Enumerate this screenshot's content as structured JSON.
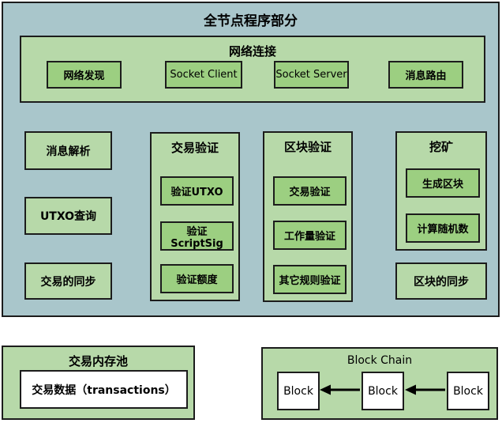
{
  "colors": {
    "outer_background": "#a9c6cb",
    "panel_green": "#b7d9a9",
    "box_green": "#9ccf81",
    "border": "#1c1c1c",
    "inner_white": "#ffffff"
  },
  "main_panel": {
    "title": "全节点程序部分",
    "network": {
      "title": "网络连接",
      "items": [
        "网络发现",
        "Socket Client",
        "Socket Server",
        "消息路由"
      ]
    },
    "left_items": [
      "消息解析",
      "UTXO查询",
      "交易的同步"
    ],
    "tx_verify": {
      "title": "交易验证",
      "items": [
        "验证UTXO",
        "验证ScriptSig",
        "验证额度"
      ]
    },
    "block_verify": {
      "title": "区块验证",
      "items": [
        "交易验证",
        "工作量验证",
        "其它规则验证"
      ]
    },
    "mining": {
      "title": "挖矿",
      "items": [
        "生成区块",
        "计算随机数"
      ]
    },
    "block_sync": "区块的同步"
  },
  "mempool": {
    "title": "交易内存池",
    "content": "交易数据（transactions）"
  },
  "blockchain": {
    "title": "Block Chain",
    "blocks": [
      "Block",
      "Block",
      "Block"
    ]
  }
}
